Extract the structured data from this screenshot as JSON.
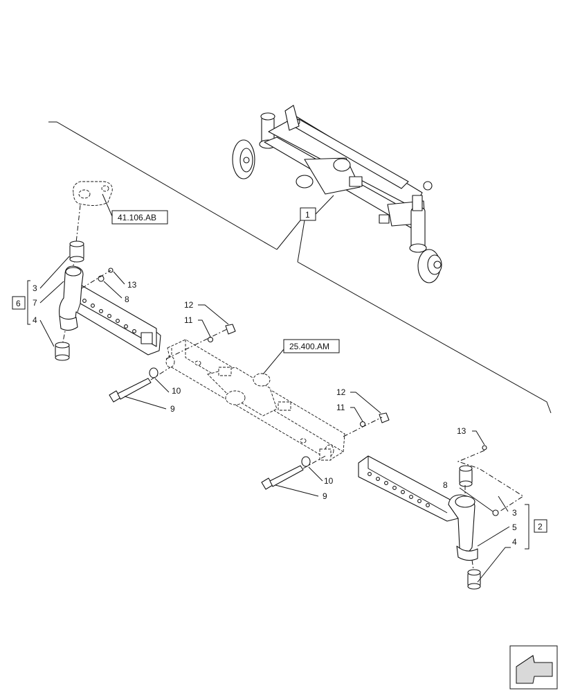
{
  "references": {
    "steering_link": "41.106.AB",
    "axle_beam": "25.400.AM"
  },
  "callouts": {
    "c1": "1",
    "c2": "2",
    "c3_left": "3",
    "c3_right": "3",
    "c4_left": "4",
    "c4_right": "4",
    "c5": "5",
    "c6": "6",
    "c7": "7",
    "c8_left": "8",
    "c8_right": "8",
    "c9_left": "9",
    "c9_right": "9",
    "c10_left": "10",
    "c10_right": "10",
    "c11_left": "11",
    "c11_right": "11",
    "c12_left": "12",
    "c12_right": "12",
    "c13_left": "13",
    "c13_right": "13"
  },
  "icons": {
    "nav": "arrow-navigation-icon"
  }
}
